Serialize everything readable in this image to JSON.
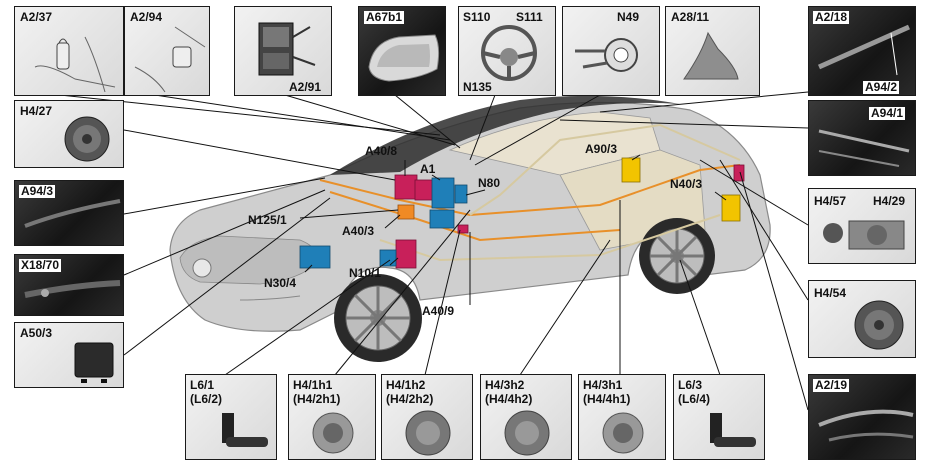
{
  "labels": {
    "a2_37": "A2/37",
    "a2_94": "A2/94",
    "a2_91": "A2/91",
    "a67b1": "A67b1",
    "s110": "S110",
    "s111": "S111",
    "n135": "N135",
    "n49": "N49",
    "a28_11": "A28/11",
    "a2_18": "A2/18",
    "a94_2": "A94/2",
    "h4_27": "H4/27",
    "a94_1": "A94/1",
    "a94_3": "A94/3",
    "h4_57": "H4/57",
    "h4_29": "H4/29",
    "x18_70": "X18/70",
    "h4_54": "H4/54",
    "a50_3": "A50/3",
    "a2_19": "A2/19",
    "l6_1": "L6/1",
    "l6_2": "(L6/2)",
    "h4_1h1": "H4/1h1",
    "h4_2h1": "(H4/2h1)",
    "h4_1h2": "H4/1h2",
    "h4_2h2": "(H4/2h2)",
    "h4_3h2": "H4/3h2",
    "h4_4h2": "(H4/4h2)",
    "h4_3h1": "H4/3h1",
    "h4_4h1": "(H4/4h1)",
    "l6_3": "L6/3",
    "l6_4": "(L6/4)"
  },
  "car_labels": {
    "a40_8": "A40/8",
    "a1": "A1",
    "n80": "N80",
    "a90_3": "A90/3",
    "n40_3": "N40/3",
    "n125_1": "N125/1",
    "a40_3": "A40/3",
    "n30_4": "N30/4",
    "n10_1": "N10/1",
    "a40_9": "A40/9"
  },
  "colors": {
    "module_magenta": "#c8205a",
    "module_blue": "#1f7fb8",
    "module_yellow": "#f2c400",
    "module_orange": "#f08a24",
    "wiring_orange": "#e8902a",
    "car_body": "#c9c9c9"
  }
}
